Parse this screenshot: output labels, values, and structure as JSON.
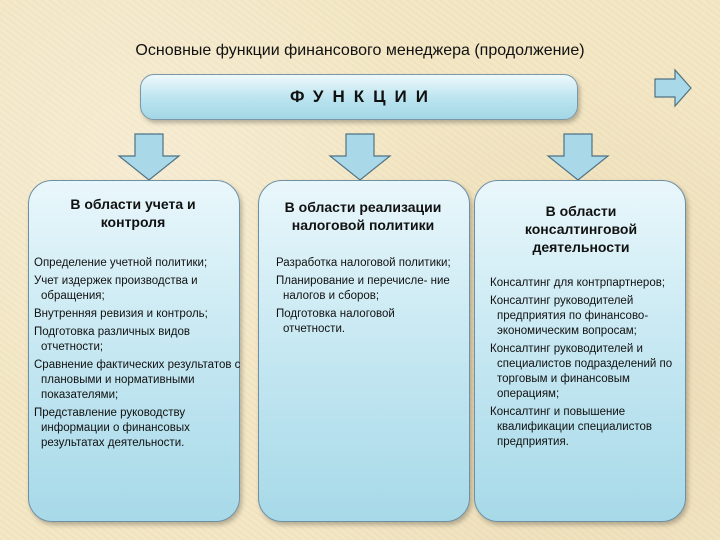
{
  "slide": {
    "title": "Основные функции финансового менеджера  (продолжение)",
    "banner_label": "ФУНКЦИИ"
  },
  "colors": {
    "box_fill": "#b9e3ef",
    "arrow_fill": "#a9d9e8",
    "background": "#f3e6c4"
  },
  "icons": {
    "next": "right-arrow-icon",
    "connector": "down-arrow-icon"
  },
  "columns": [
    {
      "title": "В области учета и контроля",
      "items": [
        "Определение учетной политики;",
        "Учет издержек производства и обращения;",
        "Внутренняя ревизия и контроль;",
        "Подготовка различных видов отчетности;",
        "Сравнение фактических результатов с плановыми и нормативными показателями;",
        "Представление руководству информации о финансовых результатах деятельности."
      ]
    },
    {
      "title": "В области реализации налоговой политики",
      "items": [
        "Разработка налоговой политики;",
        "Планирование и перечисле- ние налогов и сборов;",
        "Подготовка налоговой отчетности."
      ]
    },
    {
      "title": "В области консалтинговой деятельности",
      "items": [
        "Консалтинг для контрпартнеров;",
        "Консалтинг руководителей предприятия по финансово-экономическим вопросам;",
        "Консалтинг руководителей и специалистов подразделений по торговым и финансовым операциям;",
        "Консалтинг и повышение квалификации специалистов предприятия."
      ]
    }
  ]
}
